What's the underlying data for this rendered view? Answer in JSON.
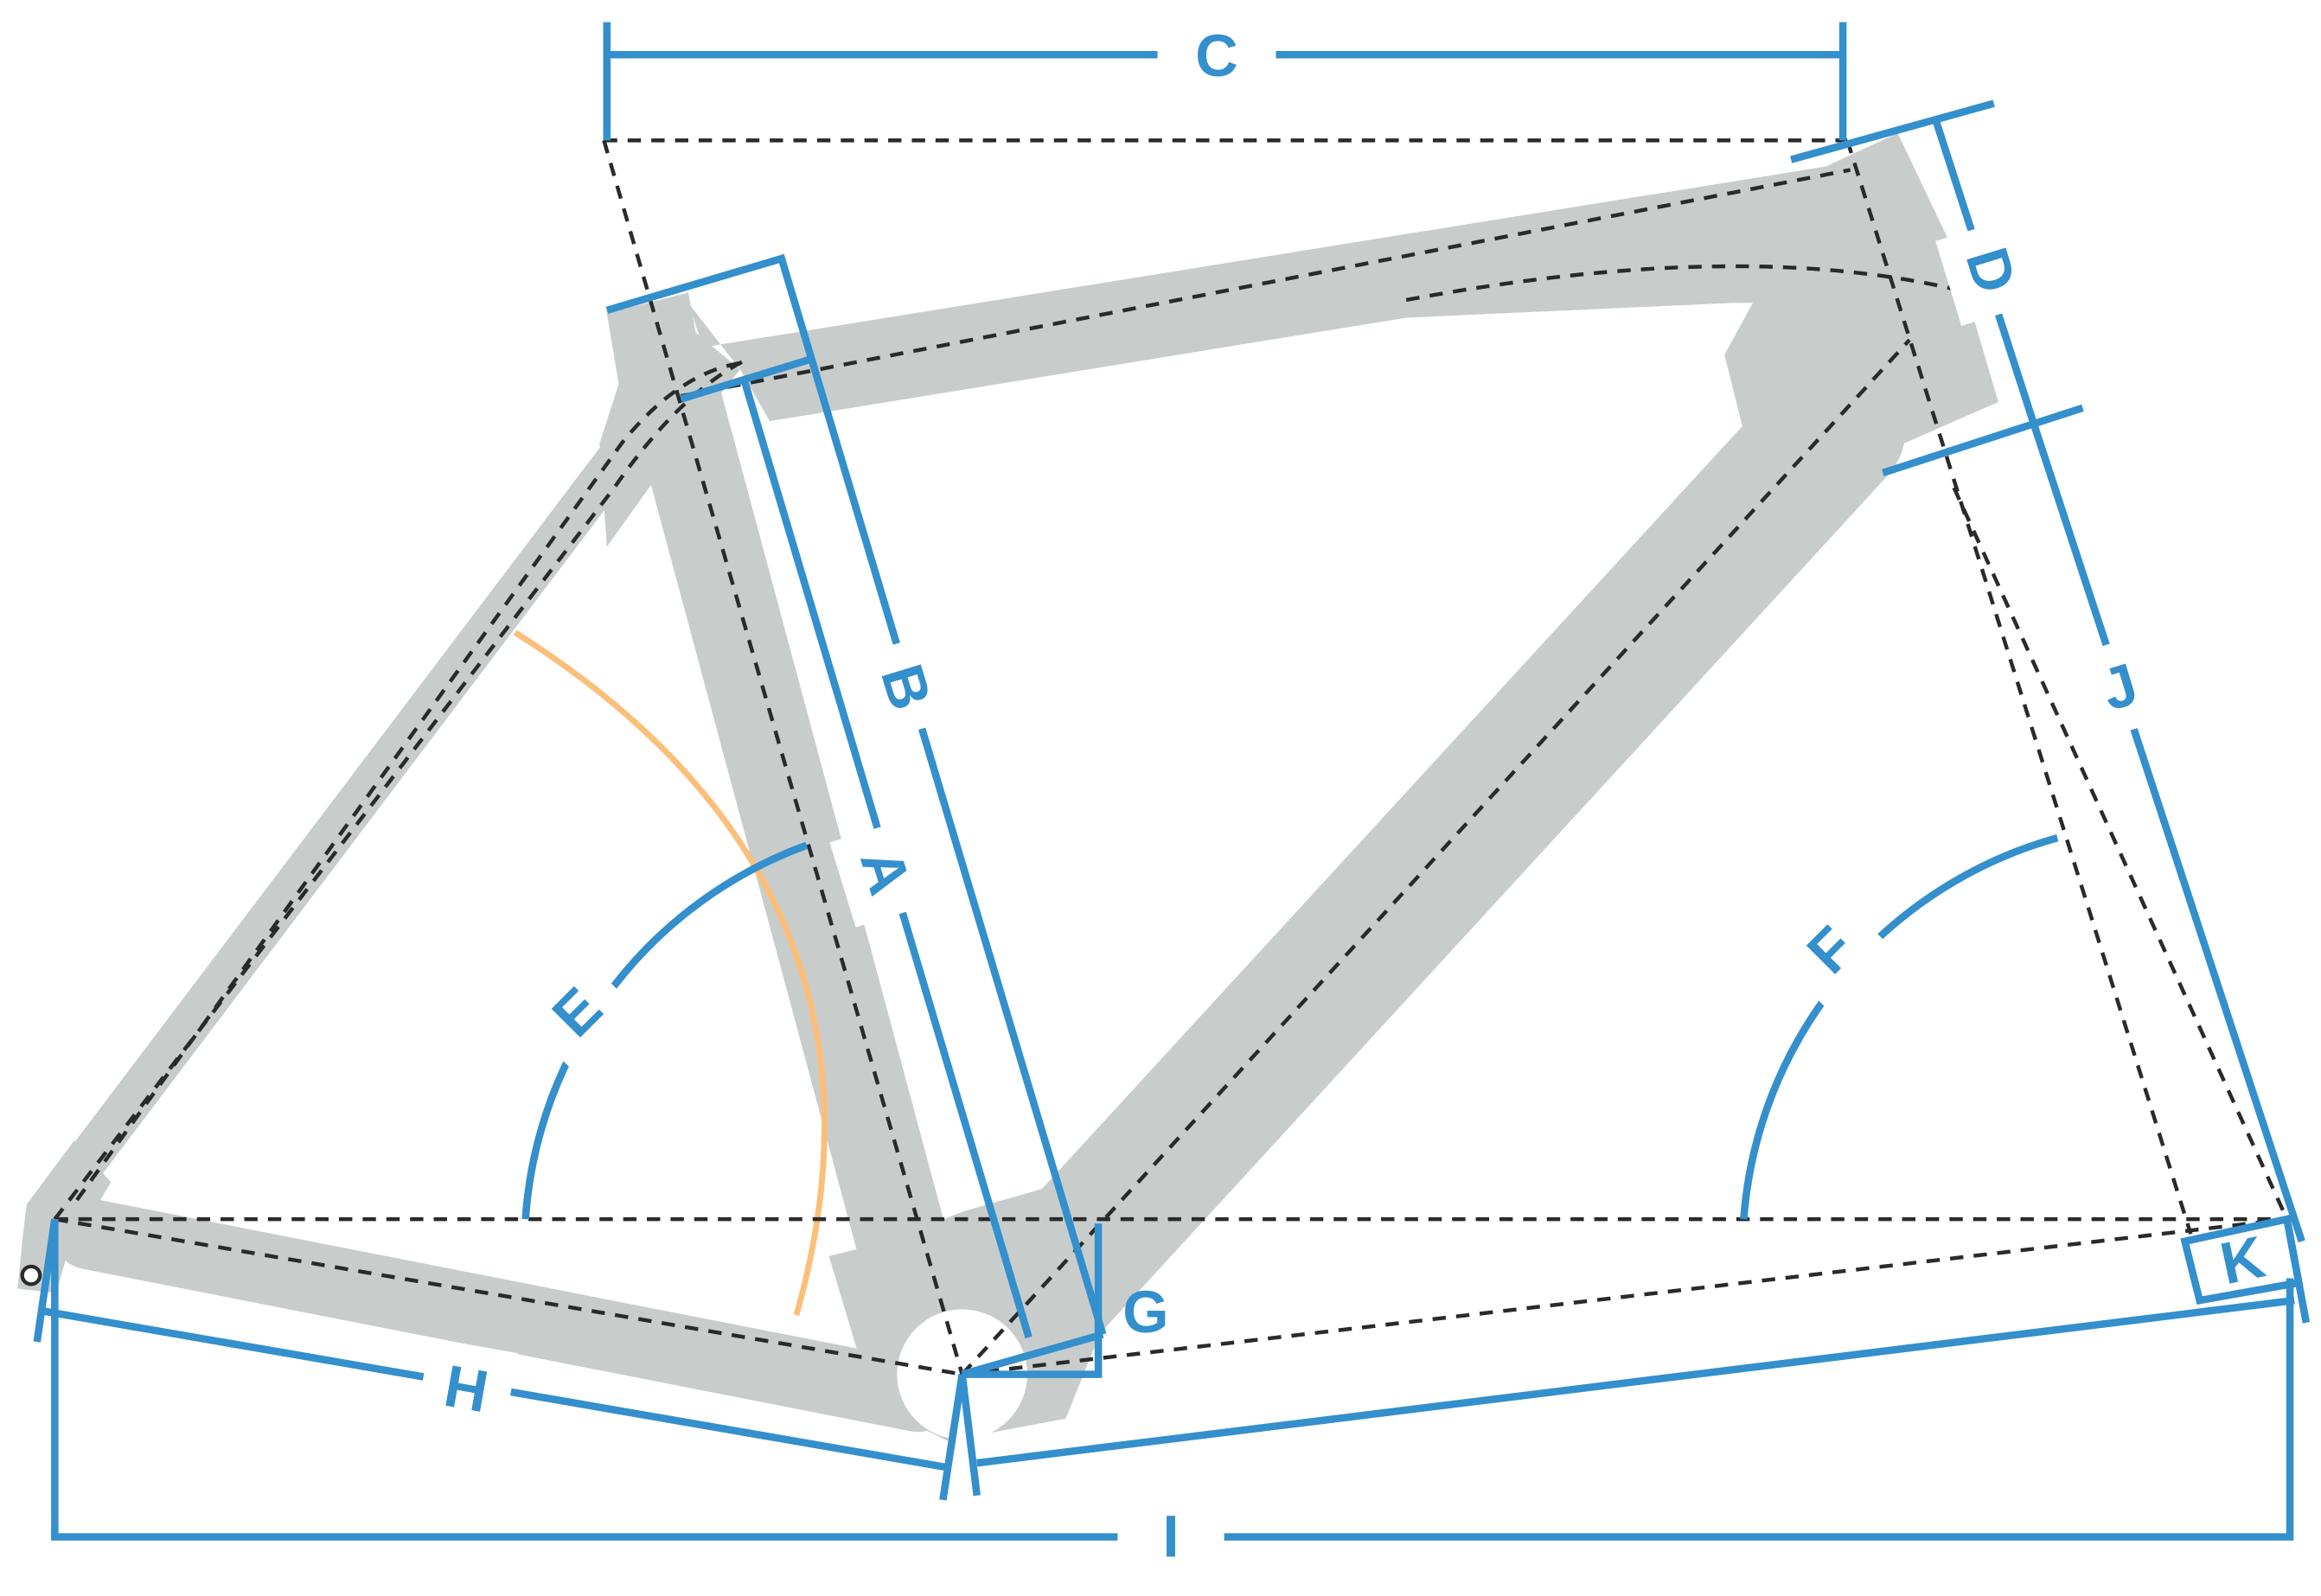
{
  "diagram": {
    "subject": "bicycle-frame-geometry",
    "labels": {
      "A": "A",
      "B": "B",
      "C": "C",
      "D": "D",
      "E": "E",
      "F": "F",
      "G": "G",
      "H": "H",
      "I": "I",
      "J": "J",
      "K": "K"
    }
  },
  "colors": {
    "dimension": "#348fcd",
    "frame": "#c8cdcc",
    "angle_highlight": "#fbbf7a",
    "construction": "#2a2a2a"
  }
}
